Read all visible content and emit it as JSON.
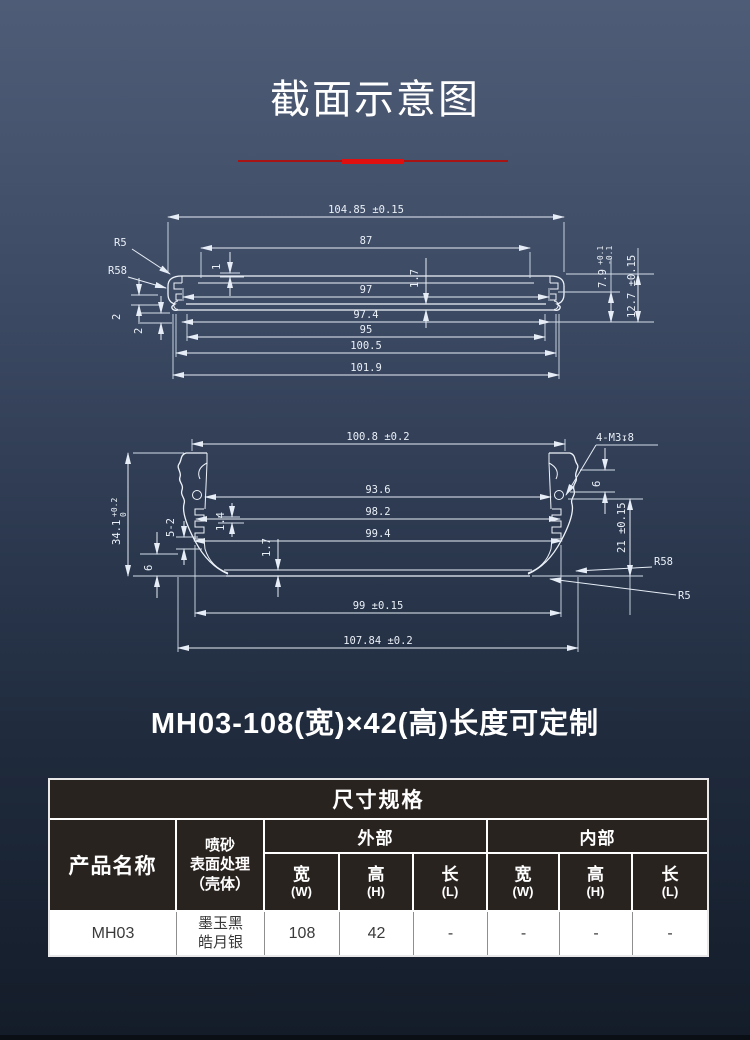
{
  "page": {
    "title": "截面示意图",
    "caption": "MH03-108(宽)×42(高)长度可定制"
  },
  "d1": {
    "w10485": "104.85 ±0.15",
    "w87": "87",
    "w97": "97",
    "w974": "97.4",
    "w95": "95",
    "w1005": "100.5",
    "w1019": "101.9",
    "t1": "1",
    "t17": "1.7",
    "t2a": "2",
    "t2b": "2",
    "t79": "7.9",
    "t79p": "+0.1",
    "t79m": "-0.1",
    "t127": "12.7 ±0.15",
    "r5": "R5",
    "r58": "R58"
  },
  "d2": {
    "w1008": "100.8 ±0.2",
    "w936": "93.6",
    "w982": "98.2",
    "w994": "99.4",
    "w99": "99 ±0.15",
    "w10784": "107.84 ±0.2",
    "h341": "34.1",
    "h341p": "+0.2",
    "h341z": "0",
    "t52": "5-2",
    "t6l": "6",
    "t14": "1.4",
    "t17": "1.7",
    "t6r": "6",
    "t21": "21 ±0.15",
    "m3": "4-M3↧8",
    "r58": "R58",
    "r5": "R5"
  },
  "table": {
    "title": "尺寸规格",
    "col_product": "产品名称",
    "finish1": "喷砂",
    "finish2": "表面处理",
    "finish3": "（壳体）",
    "group_outer": "外部",
    "group_inner": "内部",
    "sub": [
      {
        "cn": "宽",
        "en": "(W)"
      },
      {
        "cn": "高",
        "en": "(H)"
      },
      {
        "cn": "长",
        "en": "(L)"
      }
    ],
    "row": {
      "product": "MH03",
      "finish1": "墨玉黑",
      "finish2": "皓月银",
      "o_w": "108",
      "o_h": "42",
      "o_l": "-",
      "i_w": "-",
      "i_h": "-",
      "i_l": "-"
    }
  }
}
